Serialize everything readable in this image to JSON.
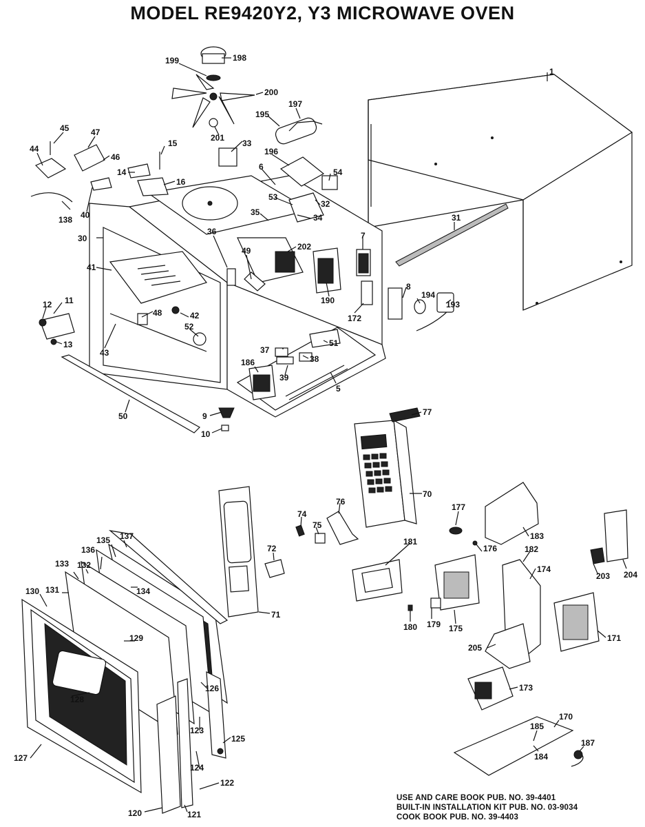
{
  "title": "MODEL RE9420Y2, Y3 MICROWAVE OVEN",
  "publications": [
    "USE AND CARE BOOK PUB. NO. 39-4401",
    "BUILT-IN INSTALLATION KIT PUB. NO. 03-9034",
    "COOK BOOK PUB. NO. 39-4403"
  ],
  "part_labels": {
    "p1": "1",
    "p5": "5",
    "p6": "6",
    "p7": "7",
    "p8": "8",
    "p9": "9",
    "p10": "10",
    "p11": "11",
    "p12": "12",
    "p13": "13",
    "p14": "14",
    "p15": "15",
    "p16": "16",
    "p30": "30",
    "p31": "31",
    "p32": "32",
    "p33": "33",
    "p34": "34",
    "p35": "35",
    "p36": "36",
    "p37": "37",
    "p38": "38",
    "p39": "39",
    "p40": "40",
    "p41": "41",
    "p42": "42",
    "p43": "43",
    "p44": "44",
    "p45": "45",
    "p46": "46",
    "p47": "47",
    "p48": "48",
    "p49": "49",
    "p50": "50",
    "p51": "51",
    "p52": "52",
    "p53": "53",
    "p54": "54",
    "p70": "70",
    "p71": "71",
    "p72": "72",
    "p74": "74",
    "p75": "75",
    "p76": "76",
    "p77": "77",
    "p120": "120",
    "p121": "121",
    "p122": "122",
    "p123": "123",
    "p124": "124",
    "p125": "125",
    "p126": "126",
    "p127": "127",
    "p128": "128",
    "p129": "129",
    "p130": "130",
    "p131": "131",
    "p132": "132",
    "p133": "133",
    "p134": "134",
    "p135": "135",
    "p136": "136",
    "p137": "137",
    "p138": "138",
    "p170": "170",
    "p171": "171",
    "p172": "172",
    "p173": "173",
    "p174": "174",
    "p175": "175",
    "p176": "176",
    "p177": "177",
    "p179": "179",
    "p180": "180",
    "p181": "181",
    "p182": "182",
    "p183": "183",
    "p184": "184",
    "p185": "185",
    "p186": "186",
    "p187": "187",
    "p190": "190",
    "p193": "193",
    "p194": "194",
    "p195": "195",
    "p196": "196",
    "p197": "197",
    "p198": "198",
    "p199": "199",
    "p200": "200",
    "p201": "201",
    "p202": "202",
    "p203": "203",
    "p204": "204",
    "p205": "205"
  }
}
